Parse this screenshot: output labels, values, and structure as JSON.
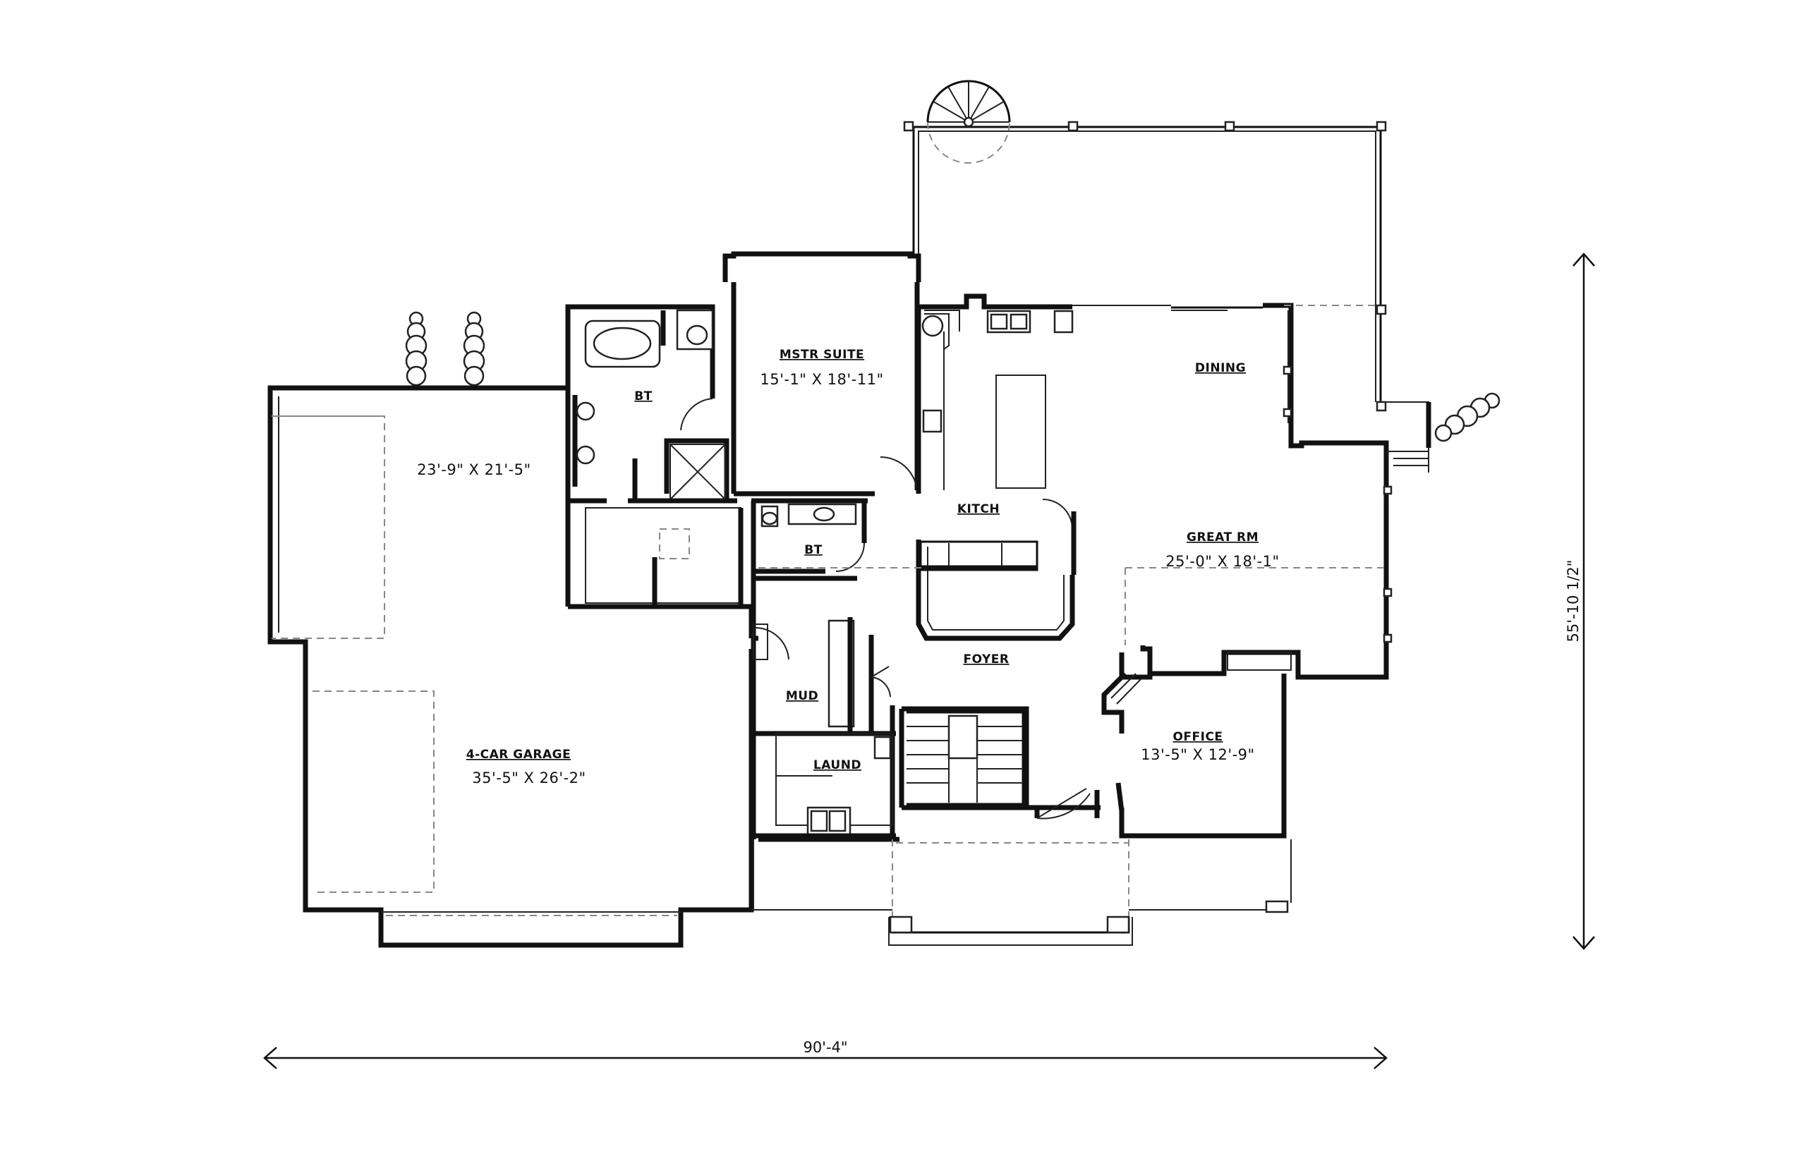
{
  "rooms": {
    "master_suite": {
      "name": "MSTR SUITE",
      "size": "15'-1\" X 18'-11\""
    },
    "master_bath": {
      "name": "BT"
    },
    "bath": {
      "name": "BT"
    },
    "kitchen": {
      "name": "KITCH"
    },
    "dining": {
      "name": "DINING"
    },
    "great_room": {
      "name": "GREAT RM",
      "size": "25'-0\" X 18'-1\""
    },
    "foyer": {
      "name": "FOYER"
    },
    "mud": {
      "name": "MUD"
    },
    "laundry": {
      "name": "LAUND"
    },
    "office": {
      "name": "OFFICE",
      "size": "13'-5\" X 12'-9\""
    },
    "garage": {
      "name": "4-CAR GARAGE",
      "size": "35'-5\" X 26'-2\""
    },
    "garage_bay": {
      "size": "23'-9\" X 21'-5\""
    }
  },
  "dimensions": {
    "overall_width": "90'-4\"",
    "overall_depth": "55'-10 1/2\""
  }
}
